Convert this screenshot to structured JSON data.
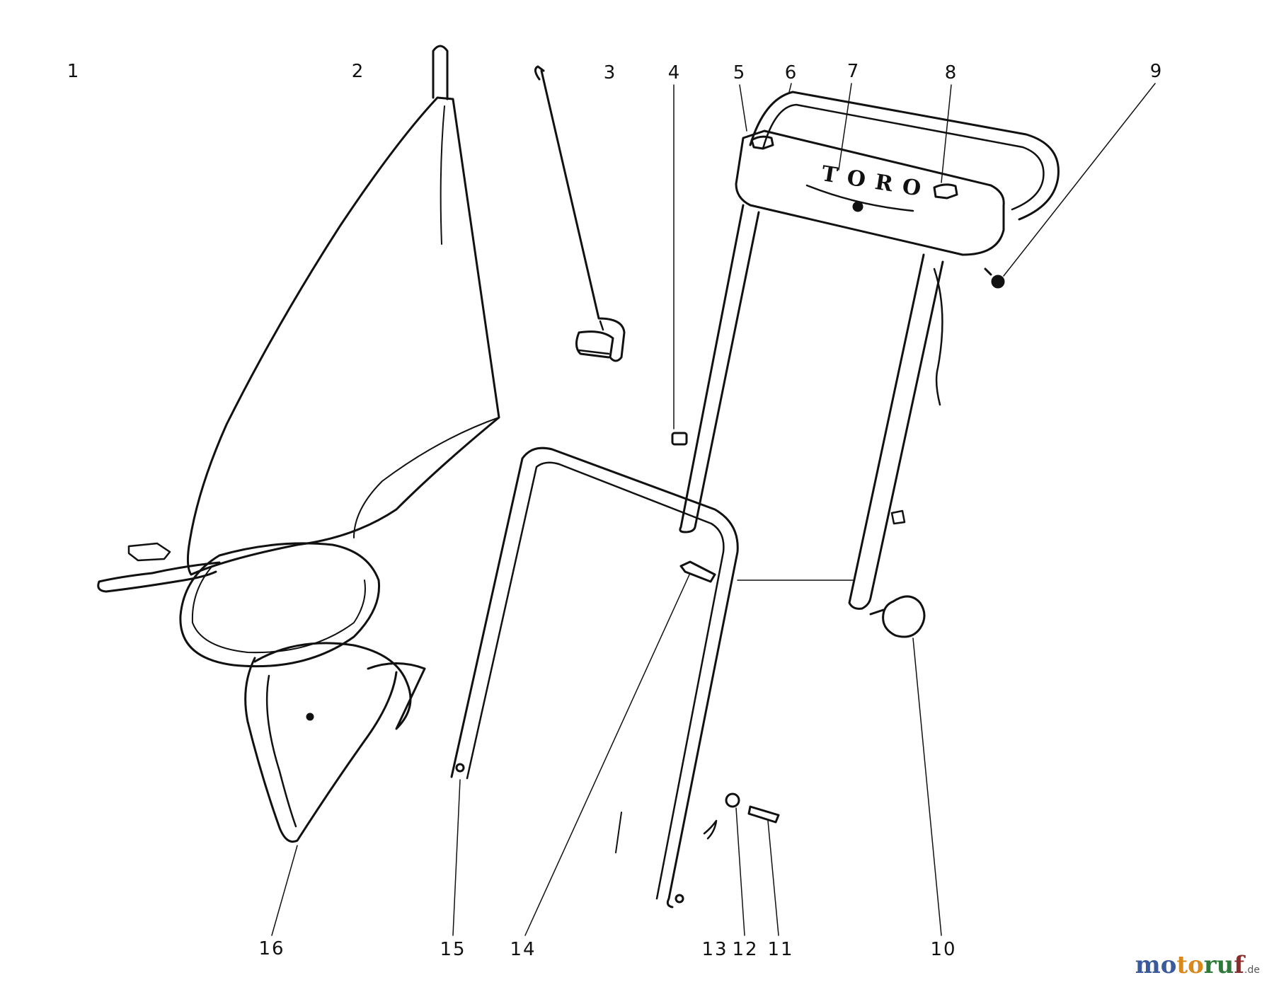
{
  "callouts": [
    "1",
    "2",
    "3",
    "4",
    "5",
    "6",
    "7",
    "8",
    "9",
    "10",
    "11",
    "12",
    "13",
    "14",
    "15",
    "16"
  ],
  "brand_plate": "TORO",
  "watermark": {
    "part1": "mo",
    "part2": "to",
    "part3": "ru",
    "part4": "f",
    "tld": ".de"
  },
  "colors": {
    "line": "#111111",
    "background": "#ffffff"
  }
}
